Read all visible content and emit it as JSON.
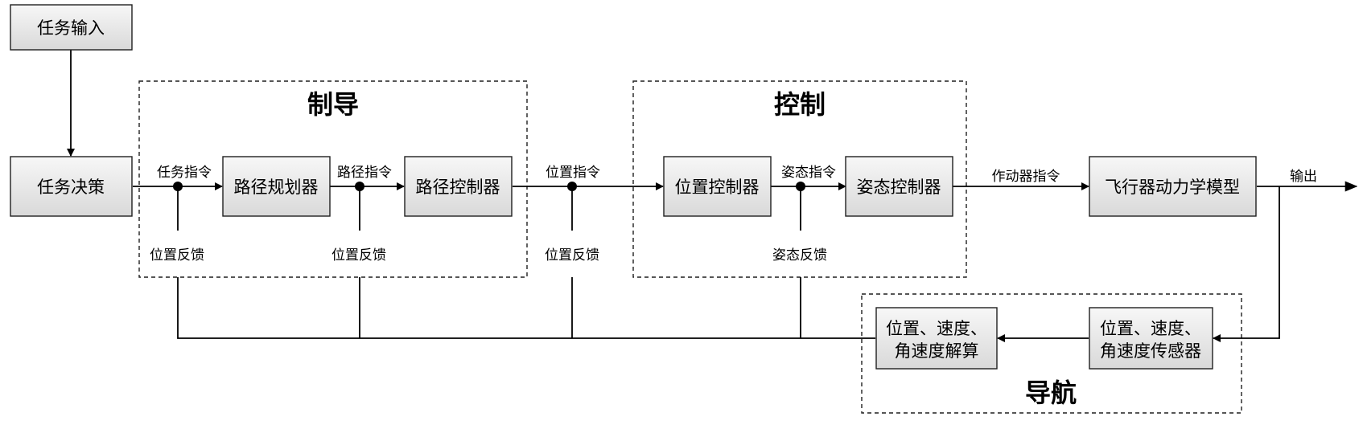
{
  "blocks": {
    "task_input": "任务输入",
    "task_decision": "任务决策",
    "path_planner": "路径规划器",
    "path_controller": "路径控制器",
    "position_controller": "位置控制器",
    "attitude_controller": "姿态控制器",
    "dynamics_model": "飞行器动力学模型",
    "solver_line1": "位置、速度、",
    "solver_line2": "角速度解算",
    "sensor_line1": "位置、速度、",
    "sensor_line2": "角速度传感器"
  },
  "groups": {
    "guidance": "制导",
    "control": "控制",
    "navigation": "导航"
  },
  "signals": {
    "task_command": "任务指令",
    "path_command": "路径指令",
    "position_command": "位置指令",
    "attitude_command": "姿态指令",
    "actuator_command": "作动器指令",
    "output": "输出",
    "position_feedback_1": "位置反馈",
    "position_feedback_2": "位置反馈",
    "position_feedback_3": "位置反馈",
    "attitude_feedback": "姿态反馈"
  }
}
